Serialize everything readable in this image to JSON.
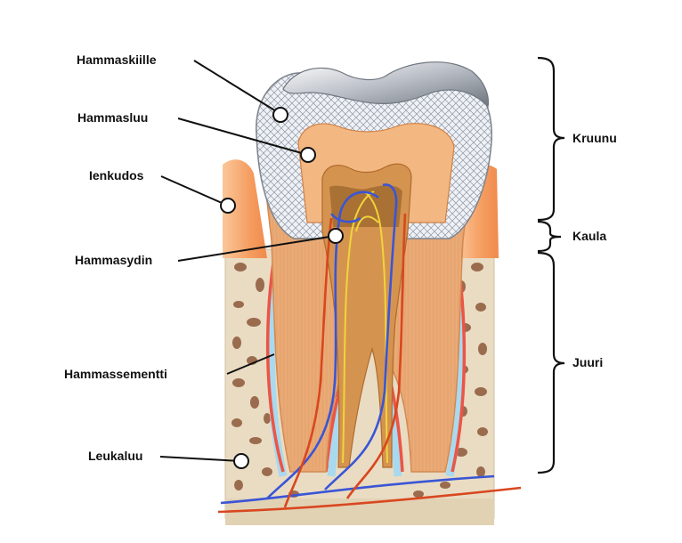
{
  "labels_left": [
    {
      "id": "enamel",
      "text": "Hammaskiille"
    },
    {
      "id": "dentin",
      "text": "Hammasluu"
    },
    {
      "id": "gum",
      "text": "Ienkudos"
    },
    {
      "id": "pulp",
      "text": "Hammasydin"
    },
    {
      "id": "cementum",
      "text": "Hammassementti"
    },
    {
      "id": "jawbone",
      "text": "Leukaluu"
    }
  ],
  "labels_right": [
    {
      "id": "crown",
      "text": "Kruunu"
    },
    {
      "id": "neck",
      "text": "Kaula"
    },
    {
      "id": "root",
      "text": "Juuri"
    }
  ],
  "colors": {
    "enamel": "#e4e8ee",
    "dentin": "#e7a56e",
    "pulp": "#c8893f",
    "gum": "#f6a56b",
    "bone": "#e9dcc3",
    "bone_holes": "#9b6b4e",
    "artery": "#e0402a",
    "vein": "#3a55d6",
    "nerve": "#f0d43a",
    "cementum": "#ec5545",
    "ligament": "#a9d9ef"
  }
}
